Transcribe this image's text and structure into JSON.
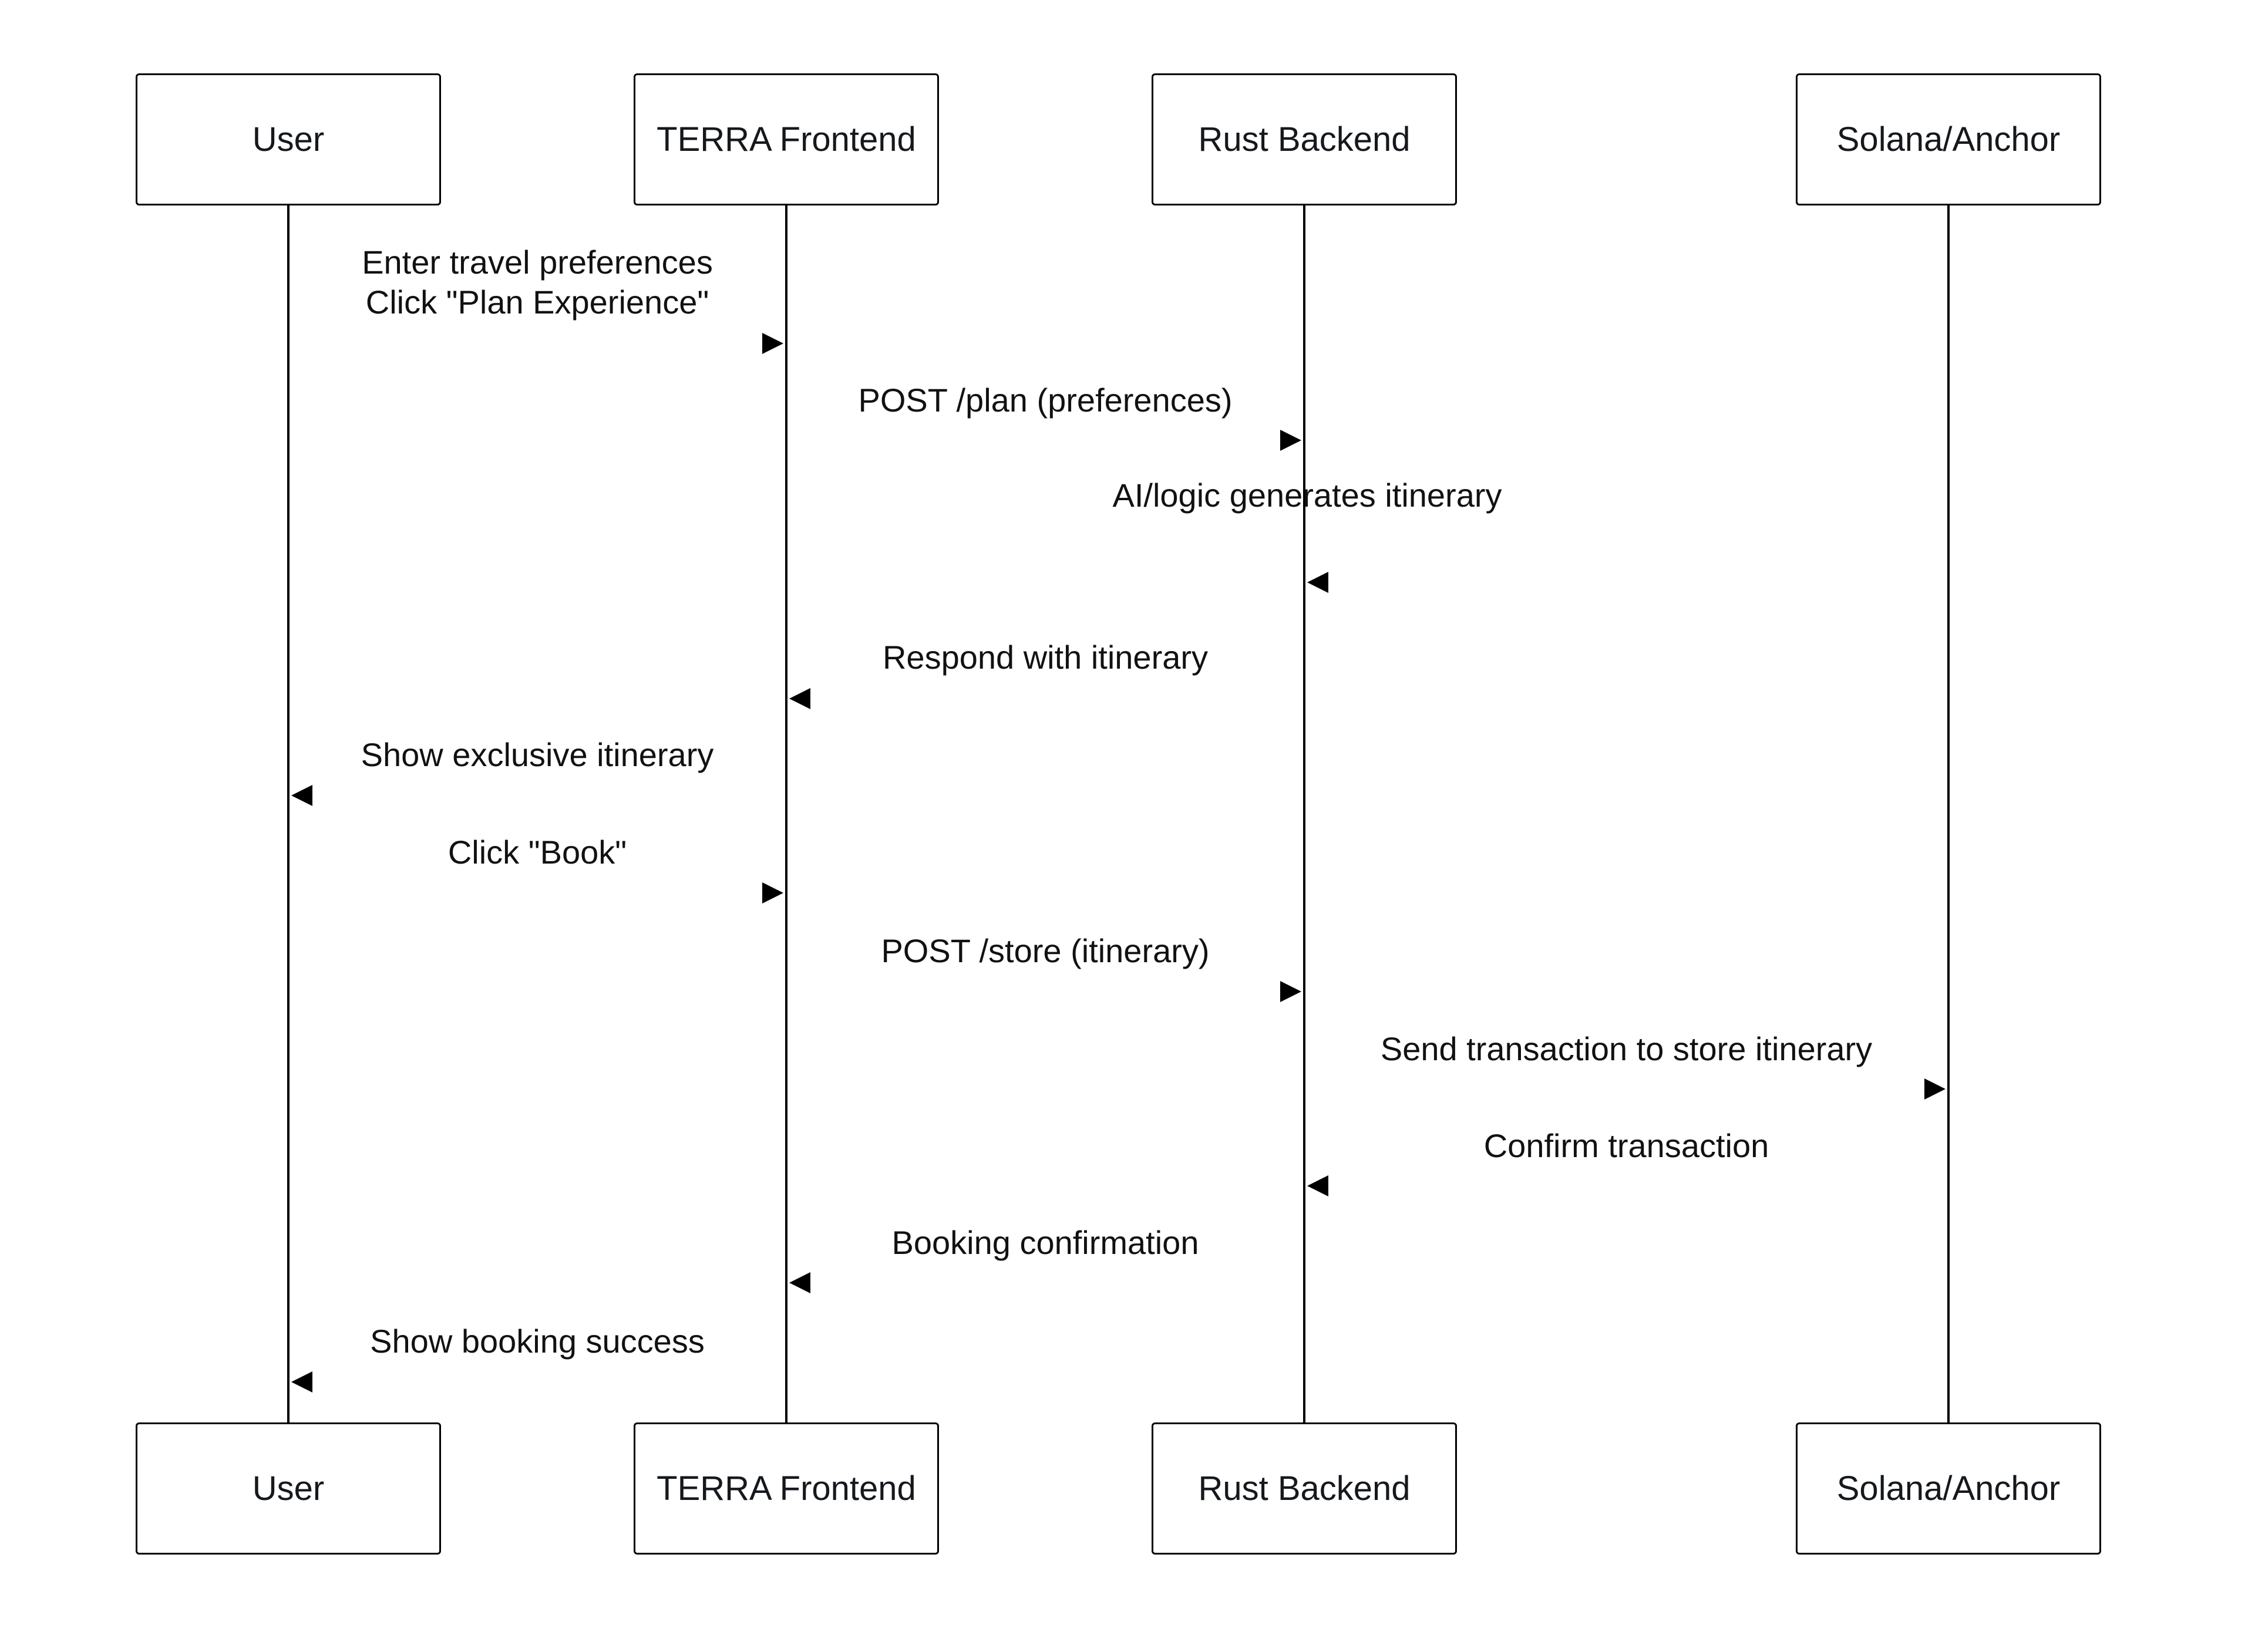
{
  "diagram": {
    "type": "sequence",
    "colors": {
      "background": "#ffffff",
      "stroke": "#000000",
      "text": "#111111"
    },
    "actors": [
      {
        "id": "user",
        "label": "User"
      },
      {
        "id": "terra",
        "label": "TERRA Frontend"
      },
      {
        "id": "rust",
        "label": "Rust Backend"
      },
      {
        "id": "solana",
        "label": "Solana/Anchor"
      }
    ],
    "messages": [
      {
        "from": "user",
        "to": "terra",
        "label": "Enter travel preferences\nClick \"Plan Experience\""
      },
      {
        "from": "terra",
        "to": "rust",
        "label": "POST /plan (preferences)"
      },
      {
        "from": "rust",
        "to": "rust",
        "label": "AI/logic generates itinerary"
      },
      {
        "from": "rust",
        "to": "terra",
        "label": "Respond with itinerary"
      },
      {
        "from": "terra",
        "to": "user",
        "label": "Show exclusive itinerary"
      },
      {
        "from": "user",
        "to": "terra",
        "label": "Click \"Book\""
      },
      {
        "from": "terra",
        "to": "rust",
        "label": "POST /store (itinerary)"
      },
      {
        "from": "rust",
        "to": "solana",
        "label": "Send transaction to store itinerary"
      },
      {
        "from": "solana",
        "to": "rust",
        "label": "Confirm transaction"
      },
      {
        "from": "rust",
        "to": "terra",
        "label": "Booking confirmation"
      },
      {
        "from": "terra",
        "to": "user",
        "label": "Show booking success"
      }
    ]
  }
}
